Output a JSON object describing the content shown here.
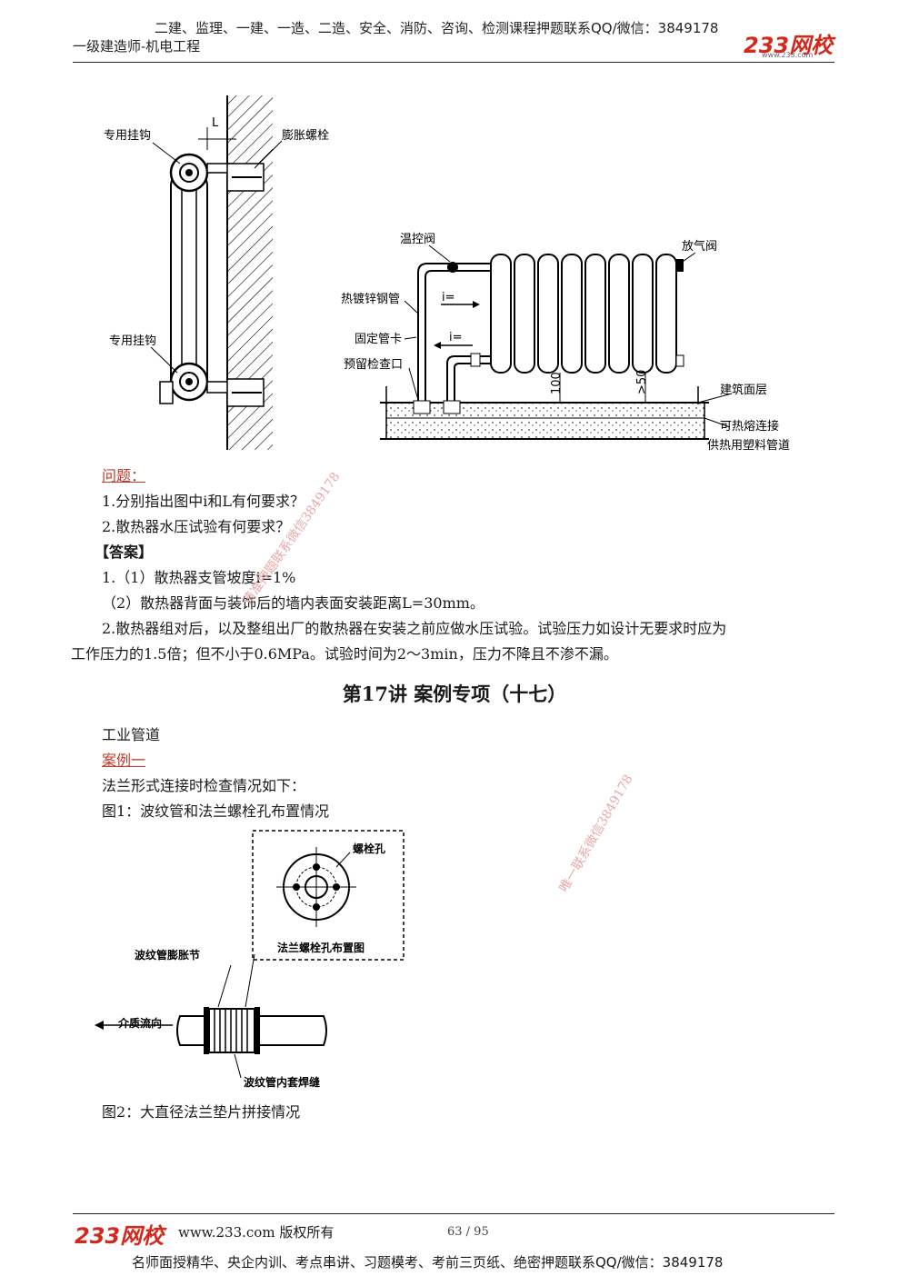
{
  "header": {
    "promo": "二建、监理、一建、一造、二造、安全、消防、咨询、检测课程押题联系QQ/微信：3849178",
    "subtitle": "一级建造师-机电工程",
    "logo": "233网校",
    "logo_url": "www.233.com"
  },
  "figure1": {
    "labels": {
      "hook_top": "专用挂钩",
      "hook_bottom": "专用挂钩",
      "L": "L",
      "bolt": "膨胀螺栓",
      "thermo_valve": "温控阀",
      "vent_valve": "放气阀",
      "pipe": "热镀锌钢管",
      "i1": "i=",
      "clamp": "固定管卡",
      "i2": "i=",
      "inspection": "预留检查口",
      "dim100": "100",
      "dim50": ">50",
      "floor": "建筑面层",
      "hot_melt": "可热熔连接",
      "plastic_pipe": "供热用塑料管道"
    }
  },
  "question": {
    "heading": "问题：",
    "q1": "1.分别指出图中i和L有何要求？",
    "q2": "2.散热器水压试验有何要求？"
  },
  "answer": {
    "heading": "【答案】",
    "a1": "1.（1）散热器支管坡度i=1%",
    "a2": "（2）散热器背面与装饰后的墙内表面安装距离L=30mm。",
    "a3_line1": "2.散热器组对后，以及整组出厂的散热器在安装之前应做水压试验。试验压力如设计无要求时应为",
    "a3_line2": "工作压力的1.5倍；但不小于0.6MPa。试验时间为2～3min，压力不降且不渗不漏。"
  },
  "lecture_title": "第17讲 案例专项（十七）",
  "section": {
    "topic": "工业管道",
    "case": "案例一",
    "intro": "法兰形式连接时检查情况如下：",
    "fig1_caption": "图1：波纹管和法兰螺栓孔布置情况",
    "fig2_caption": "图2：大直径法兰垫片拼接情况"
  },
  "figure2": {
    "labels": {
      "bolt_hole": "螺栓孔",
      "layout": "法兰螺栓孔布置图",
      "bellows": "波纹管膨胀节",
      "flow": "介质流向",
      "weld": "波纹管内套焊缝"
    }
  },
  "watermarks": {
    "wm1": "请准押题联系微信3849178",
    "wm2": "唯一联系微信3849178"
  },
  "footer": {
    "logo": "233网校",
    "url": "www.233.com 版权所有",
    "page": "63 / 95",
    "promo": "名师面授精华、央企内训、考点串讲、习题模考、考前三页纸、绝密押题联系QQ/微信：3849178"
  }
}
